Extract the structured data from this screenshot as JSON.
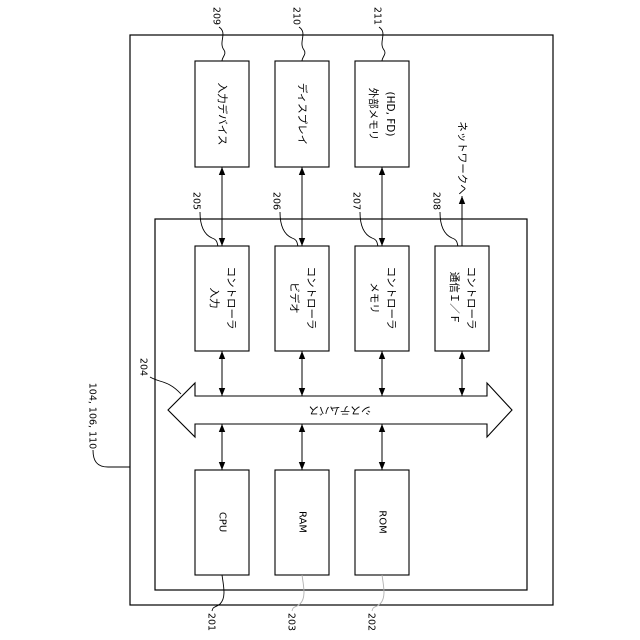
{
  "apparatus_ref": "104, 106, 110",
  "network_label": "ネットワークへ",
  "bus": {
    "label": "システムバス",
    "ref": "204"
  },
  "devices": [
    {
      "lines": [
        "入力デバイス"
      ],
      "ref": "209"
    },
    {
      "lines": [
        "ディスプレイ"
      ],
      "ref": "210"
    },
    {
      "lines": [
        "外部メモリ",
        "(HD, FD)"
      ],
      "ref": "211"
    }
  ],
  "controllers": [
    {
      "lines": [
        "入力",
        "コントローラ"
      ],
      "ref": "205"
    },
    {
      "lines": [
        "ビデオ",
        "コントローラ"
      ],
      "ref": "206"
    },
    {
      "lines": [
        "メモリ",
        "コントローラ"
      ],
      "ref": "207"
    },
    {
      "lines": [
        "通信Ｉ／Ｆ",
        "コントローラ"
      ],
      "ref": "208"
    }
  ],
  "processing": [
    {
      "lines": [
        "CPU"
      ],
      "ref": "201"
    },
    {
      "lines": [
        "RAM"
      ],
      "ref": "203"
    },
    {
      "lines": [
        "ROM"
      ],
      "ref": "202"
    }
  ],
  "colors": {
    "line": "#000000",
    "faint_leader": "#b0b0b0"
  }
}
